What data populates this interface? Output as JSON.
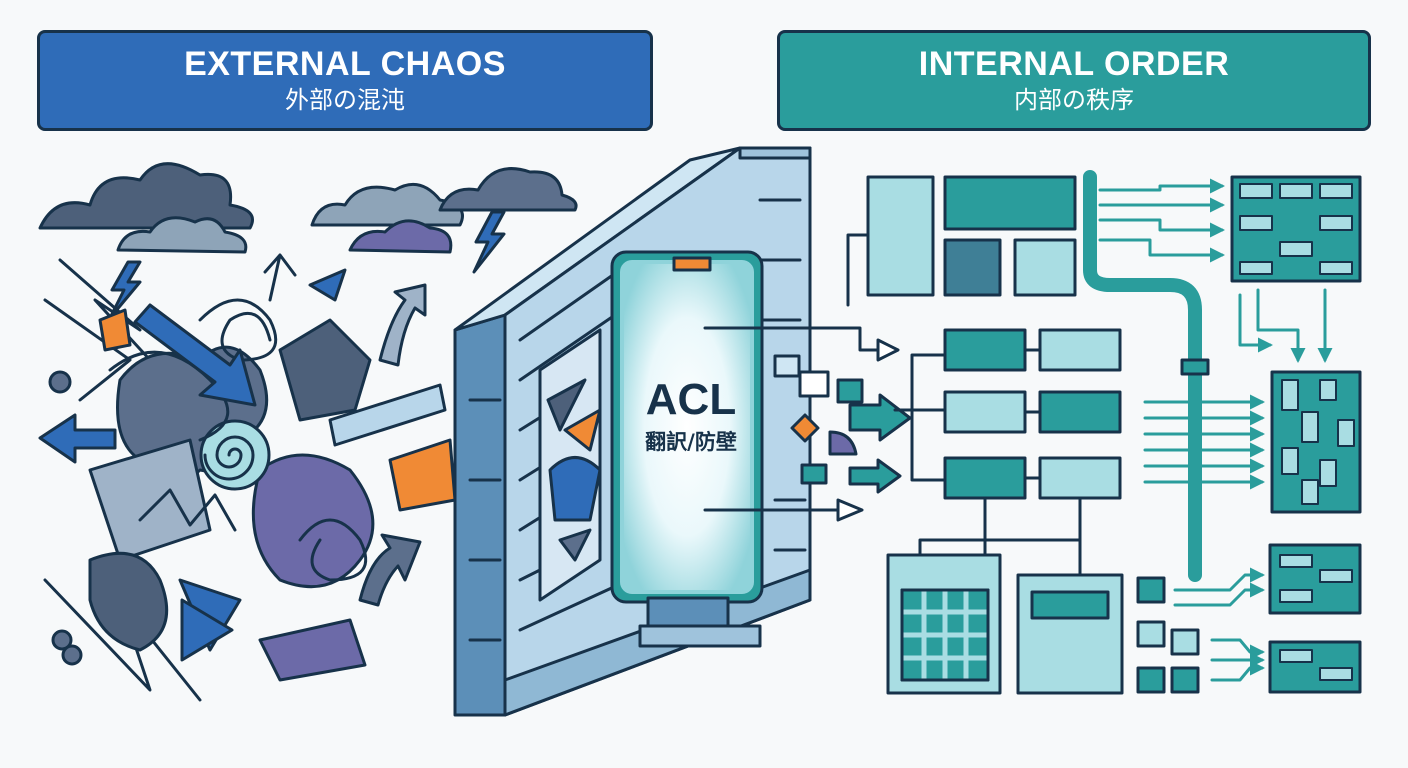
{
  "banners": {
    "external": {
      "title": "EXTERNAL CHAOS",
      "subtitle": "外部の混沌",
      "color": "#2f6cb8"
    },
    "internal": {
      "title": "INTERNAL ORDER",
      "subtitle": "内部の秩序",
      "color": "#2a9d9c"
    }
  },
  "acl": {
    "title": "ACL",
    "subtitle": "翻訳/防壁"
  },
  "palette": {
    "outline": "#17324a",
    "blue": "#2f6cb8",
    "teal": "#2a9d9c",
    "light_teal": "#a9dde3",
    "slate": "#5c6f8c",
    "purple": "#6c6aa8",
    "orange": "#f08a35",
    "wall": "#b8d6ea"
  }
}
